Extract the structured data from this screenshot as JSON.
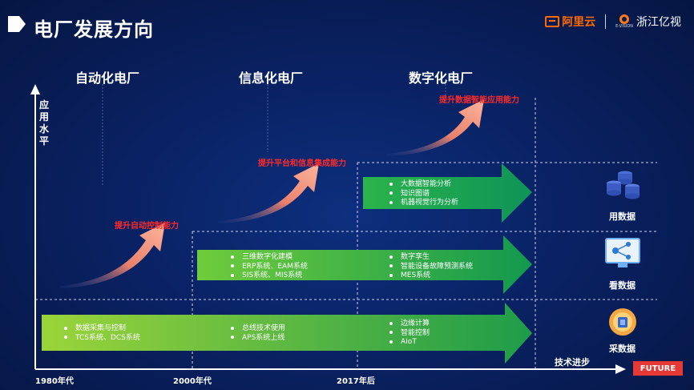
{
  "header": {
    "title": "电厂发展方向",
    "logo_aliyun": "阿里云",
    "logo_zhejiang": "浙江亿视",
    "logo_zhejiang_sub": "E-VISION"
  },
  "stages": [
    {
      "title": "自动化电厂",
      "capability": "提升自动控制能力"
    },
    {
      "title": "信息化电厂",
      "capability": "提升平台和信息集成能力"
    },
    {
      "title": "数字化电厂",
      "capability": "提升数据智能应用能力"
    }
  ],
  "layers": {
    "use": {
      "label": "用数据",
      "items": [
        "大数据智能分析",
        "知识图谱",
        "机器视觉行为分析"
      ]
    },
    "view": {
      "label": "看数据",
      "items_2000": [
        "三维数字化建模",
        "ERP系统、EAM系统",
        "SIS系统、MIS系统"
      ],
      "items_2017": [
        "数字孪生",
        "智能设备故障预测系统",
        "MES系统"
      ]
    },
    "collect": {
      "label": "采数据",
      "items_1980": [
        "数据采集与控制",
        "TCS系统、DCS系统"
      ],
      "items_2000": [
        "总线技术使用",
        "APS系统上线"
      ],
      "items_2017": [
        "边缘计算",
        "智能控制",
        "AIoT"
      ]
    }
  },
  "axes": {
    "ylabel": "应用水平",
    "xlabel": "技术进步",
    "ticks": [
      "1980年代",
      "2000年代",
      "2017年后"
    ],
    "future": "FUTURE"
  },
  "colors": {
    "accent_red": "#ff2a2a",
    "future_red": "#e53935",
    "aliyun_orange": "#ff6a00",
    "green_dark": "#1aa64a",
    "green_light": "#8bd13a"
  }
}
